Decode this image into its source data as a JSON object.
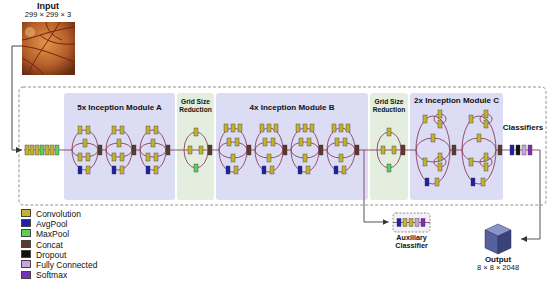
{
  "diagram": {
    "nodes": [
      {
        "text": [
          "Input",
          "299 × 299 × 3"
        ]
      },
      {
        "text": [
          "5x Inception Module A"
        ]
      },
      {
        "text": [
          "Grid Size Reduction"
        ]
      },
      {
        "text": [
          "4x Inception Module B"
        ]
      },
      {
        "text": [
          "Grid Size Reduction"
        ]
      },
      {
        "text": [
          "2x Inception Module C"
        ]
      },
      {
        "text": [
          "Classifiers"
        ]
      },
      {
        "text": [
          "Auxiliary Classifier"
        ]
      },
      {
        "text": [
          "Output",
          "8 × 8 × 2048"
        ]
      }
    ],
    "edges": [
      {
        "from": 3,
        "to": 7,
        "arrow": "to"
      },
      {
        "from": 6,
        "to": 8,
        "arrow": "to"
      }
    ],
    "legend": [
      {
        "text": "Convolution",
        "color": "#c2b230"
      },
      {
        "text": "AvgPool",
        "color": "#1f1fa8"
      },
      {
        "text": "MaxPool",
        "color": "#5ccf5a"
      },
      {
        "text": "Concat",
        "color": "#5b3a2b"
      },
      {
        "text": "Dropout",
        "color": "#111111"
      },
      {
        "text": "Fully Connected",
        "color": "#c9a3dc"
      },
      {
        "text": "Softmax",
        "color": "#7a2fb8"
      }
    ]
  }
}
